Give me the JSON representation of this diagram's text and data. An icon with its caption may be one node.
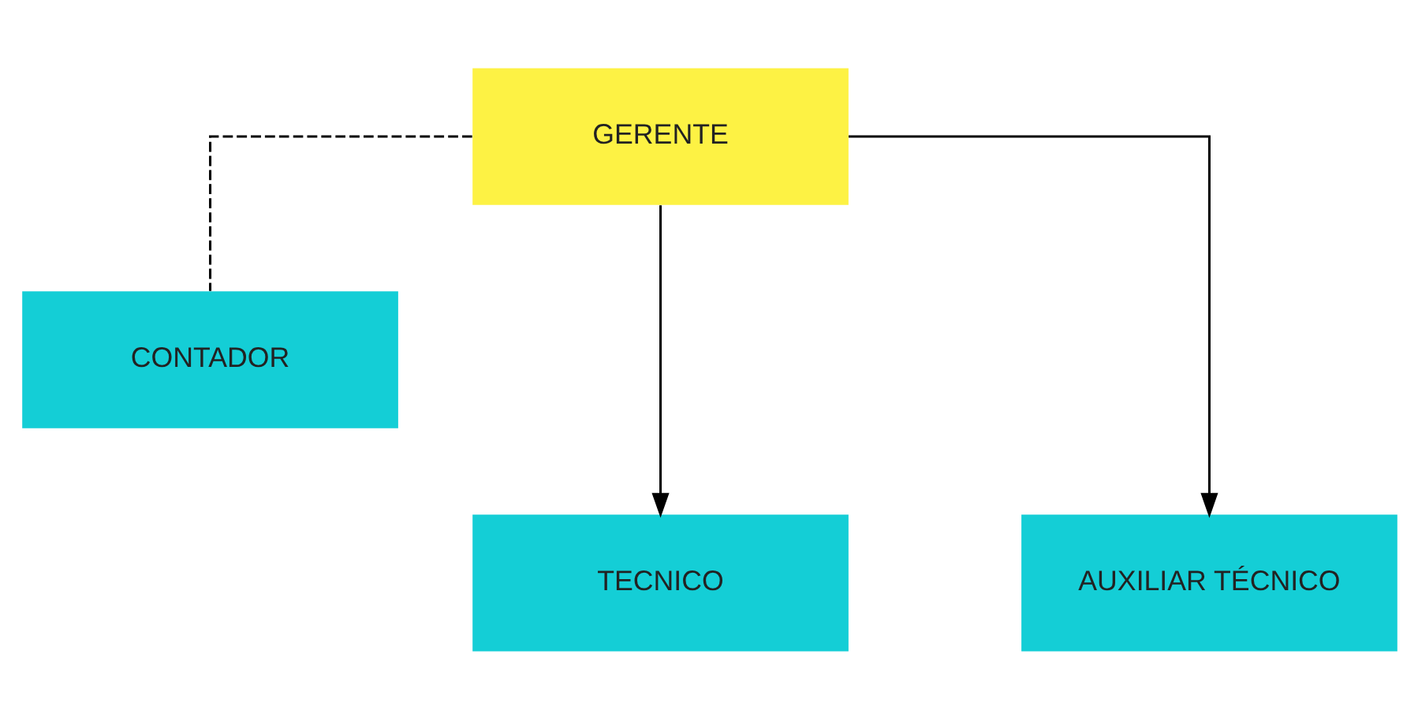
{
  "diagram": {
    "nodes": [
      {
        "text": [
          "GERENTE"
        ]
      },
      {
        "text": [
          "CONTADOR"
        ]
      },
      {
        "text": [
          "TECNICO"
        ]
      },
      {
        "text": [
          "AUXILIAR TÉCNICO"
        ]
      }
    ],
    "edges": [
      {
        "from": 0,
        "to": 1,
        "arrow": "none",
        "style": "dashed"
      },
      {
        "from": 0,
        "to": 2,
        "arrow": "to"
      },
      {
        "from": 0,
        "to": 3,
        "arrow": "to"
      }
    ]
  }
}
